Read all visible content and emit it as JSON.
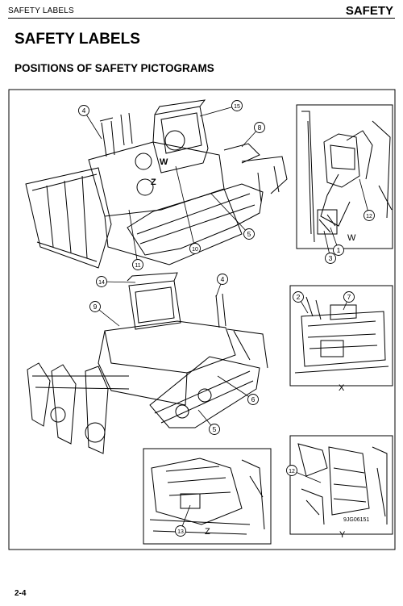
{
  "header": {
    "section": "SAFETY LABELS",
    "chapter": "SAFETY"
  },
  "title": "SAFETY LABELS",
  "subtitle": "POSITIONS OF SAFETY PICTOGRAMS",
  "figure": {
    "callouts": [
      "1",
      "2",
      "3",
      "4",
      "5",
      "6",
      "7",
      "8",
      "9",
      "10",
      "11",
      "12",
      "13",
      "14",
      "15"
    ],
    "view_labels": {
      "w": "W",
      "x": "X",
      "y": "Y",
      "z": "Z"
    },
    "code": "9JG06151"
  },
  "page_number": "2-4"
}
